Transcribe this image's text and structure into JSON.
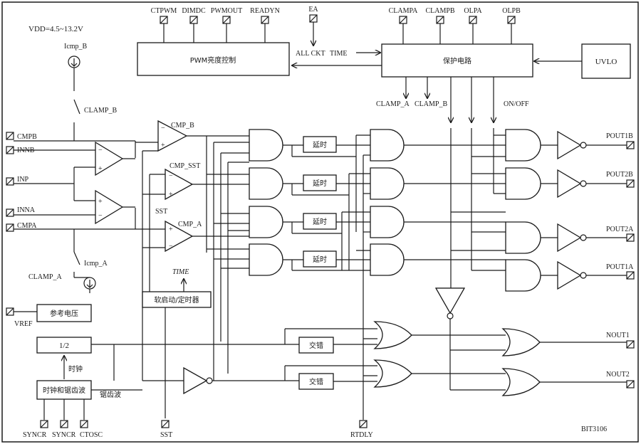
{
  "supply": "VDD=4.5~13.2V",
  "figure_id": "BIT3106",
  "top_pins": [
    "CTPWM",
    "DIMDC",
    "PWMOUT",
    "READYN",
    "EA",
    "CLAMPA",
    "CLAMPB",
    "OLPA",
    "OLPB"
  ],
  "left_pins": [
    "CMPB",
    "INNB",
    "INP",
    "INNA",
    "CMPA",
    "VREF"
  ],
  "right_pins": [
    "POUT1B",
    "POUT2B",
    "POUT2A",
    "POUT1A",
    "NOUT1",
    "NOUT2"
  ],
  "bottom_pins": [
    "SYNCR",
    "SYNCR",
    "CTOSC",
    "SST",
    "RTDLY"
  ],
  "blocks": {
    "pwm": "PWM亮度控制",
    "protect": "保护电路",
    "uvlo": "UVLO",
    "vref": "参考电压",
    "div": "1/2",
    "osc": "时钟和锯齿波",
    "softstart": "软启动/定时器",
    "delay": "延时",
    "interleave": "交错"
  },
  "signals": {
    "icmp_b": "Icmp_B",
    "icmp_a": "Icmp_A",
    "clamp_b": "CLAMP_B",
    "clamp_a": "CLAMP_A",
    "cmp_b": "CMP_B",
    "cmp_sst": "CMP_SST",
    "cmp_a": "CMP_A",
    "sst": "SST",
    "time_italic": "TIME",
    "all_ckt": "ALL CKT",
    "time": "TIME",
    "clamp_a_out": "CLAMP_A",
    "clamp_b_out": "CLAMP_B",
    "onoff": "ON/OFF",
    "clock": "时钟",
    "sawtooth": "锯齿波"
  }
}
